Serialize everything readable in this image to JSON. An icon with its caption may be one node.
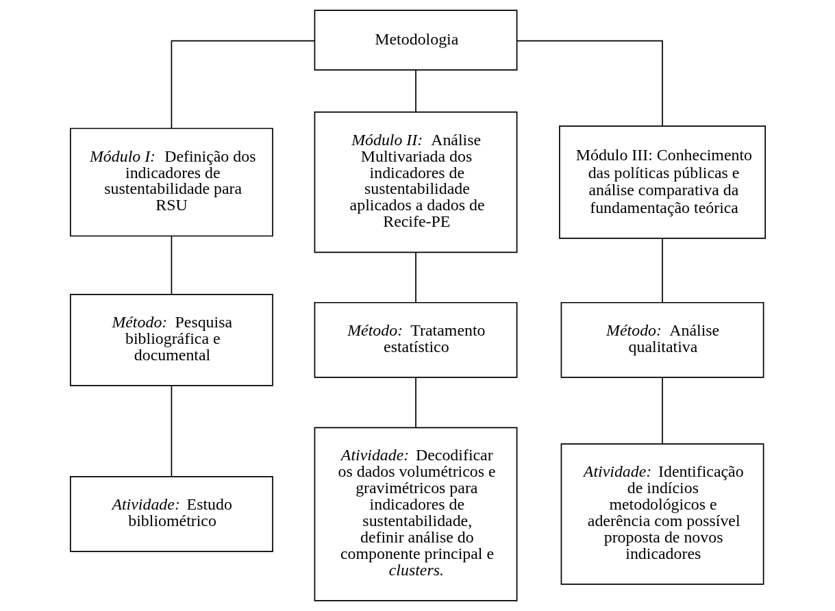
{
  "diagram": {
    "nodes": [
      {
        "text": [
          "Metodologia"
        ]
      },
      {
        "text": [
          "*Módulo I:* Definição dos indicadores de sustentabilidade para RSU"
        ]
      },
      {
        "text": [
          "*Módulo II:* Análise Multivariada dos indicadores de sustentabilidade aplicados a dados de Recife-PE"
        ]
      },
      {
        "text": [
          "Módulo III: Conhecimento das políticas públicas e análise comparativa da fundamentação teórica"
        ]
      },
      {
        "text": [
          "*Método:* Pesquisa bibliográfica e documental"
        ]
      },
      {
        "text": [
          "*Método:* Tratamento estatístico"
        ]
      },
      {
        "text": [
          "*Método:* Análise qualitativa"
        ]
      },
      {
        "text": [
          "*Atividade:* Estudo bibliométrico"
        ]
      },
      {
        "text": [
          "*Atividade:* Decodificar os dados volumétricos e gravimétricos para indicadores de sustentabilidade, definir análise do componente principal e *clusters.*"
        ]
      },
      {
        "text": [
          "*Atividade:* Identificação de indícios metodológicos e aderência com possível proposta de novos indicadores"
        ]
      }
    ],
    "edges": [
      {
        "from": 0,
        "to": 1,
        "arrow": "none"
      },
      {
        "from": 0,
        "to": 2,
        "arrow": "none"
      },
      {
        "from": 0,
        "to": 3,
        "arrow": "none"
      },
      {
        "from": 1,
        "to": 4,
        "arrow": "none"
      },
      {
        "from": 2,
        "to": 5,
        "arrow": "none"
      },
      {
        "from": 3,
        "to": 6,
        "arrow": "none"
      },
      {
        "from": 4,
        "to": 7,
        "arrow": "none"
      },
      {
        "from": 5,
        "to": 8,
        "arrow": "none"
      },
      {
        "from": 6,
        "to": 9,
        "arrow": "none"
      }
    ]
  }
}
